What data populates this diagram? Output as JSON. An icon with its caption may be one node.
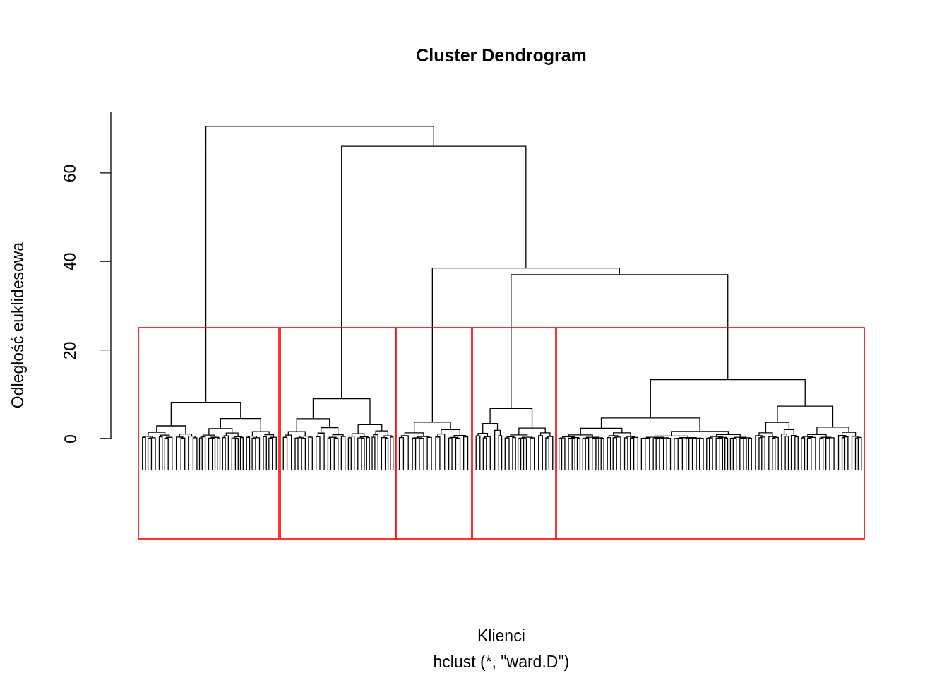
{
  "diagram": {
    "title": "Cluster Dendrogram",
    "caption": "hclust (*, \"ward.D\")",
    "labels": [
      "Odległość euklidesowa",
      "60",
      "40",
      "20",
      "0",
      "Klienci"
    ]
  }
}
